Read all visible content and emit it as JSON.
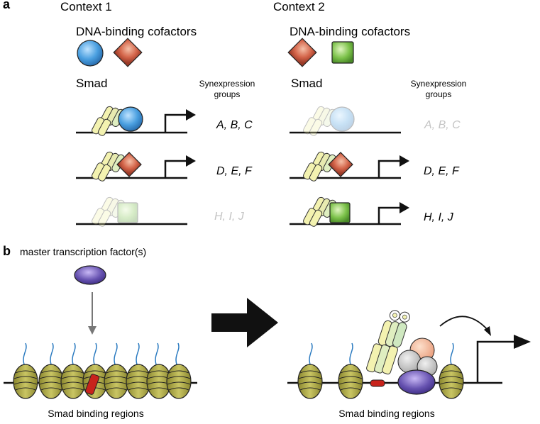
{
  "panel_a": {
    "letter": "a",
    "context1": {
      "title": "Context 1",
      "cofactors_label": "DNA-binding cofactors",
      "smad_label": "Smad",
      "synexpression_label_line1": "Synexpression",
      "synexpression_label_line2": "groups",
      "rows": [
        {
          "genes": "A, B, C",
          "cofactor": "circle",
          "active": true
        },
        {
          "genes": "D, E, F",
          "cofactor": "diamond",
          "active": true
        },
        {
          "genes": "H, I, J",
          "cofactor": "square",
          "active": false
        }
      ]
    },
    "context2": {
      "title": "Context 2",
      "cofactors_label": "DNA-binding cofactors",
      "smad_label": "Smad",
      "synexpression_label_line1": "Synexpression",
      "synexpression_label_line2": "groups",
      "rows": [
        {
          "genes": "A, B, C",
          "cofactor": "circle",
          "active": false
        },
        {
          "genes": "D, E, F",
          "cofactor": "diamond",
          "active": true
        },
        {
          "genes": "H, I, J",
          "cofactor": "square",
          "active": true
        }
      ]
    }
  },
  "panel_b": {
    "letter": "b",
    "master_tf_label": "master transcription factor(s)",
    "left_caption": "Smad binding regions",
    "right_caption": "Smad binding regions"
  },
  "colors": {
    "circle_cofactor": "#4a9fe0",
    "diamond_cofactor": "#d4654a",
    "square_cofactor": "#7cc24a",
    "smad": "#f3f2b0",
    "nucleosome": "#b9b552",
    "master_tf": "#6652b0",
    "inactive_text": "#c4c4c4"
  }
}
